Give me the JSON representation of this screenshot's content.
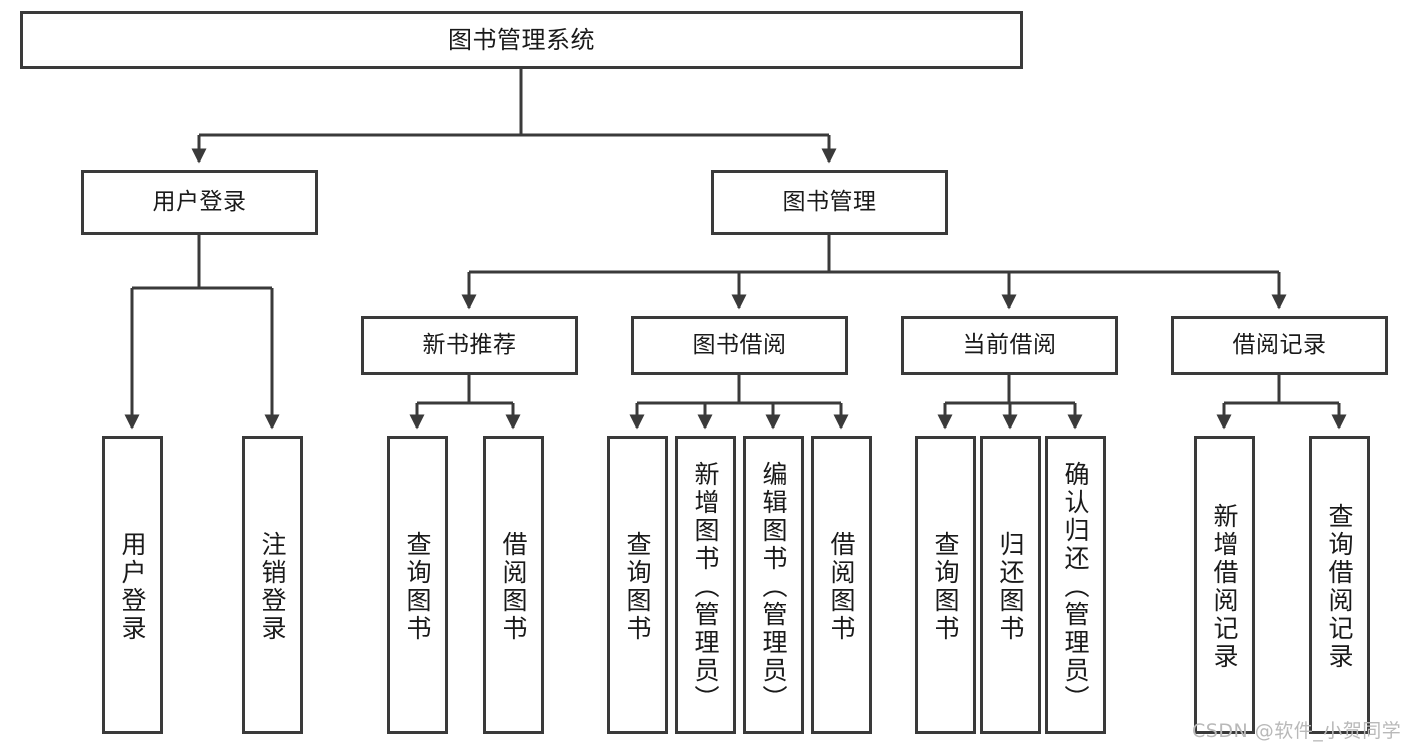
{
  "diagram": {
    "title": "图书管理系统",
    "root": {
      "id": "root",
      "label": "图书管理系统"
    },
    "level2": [
      {
        "id": "user-login",
        "label": "用户登录"
      },
      {
        "id": "book-manage",
        "label": "图书管理"
      }
    ],
    "level3": [
      {
        "id": "new-book-recommend",
        "label": "新书推荐"
      },
      {
        "id": "book-borrow",
        "label": "图书借阅"
      },
      {
        "id": "current-borrow",
        "label": "当前借阅"
      },
      {
        "id": "borrow-record",
        "label": "借阅记录"
      }
    ],
    "leaves": {
      "user_login": [
        {
          "id": "leaf-user-login",
          "label": "用户登录"
        },
        {
          "id": "leaf-logout",
          "label": "注销登录"
        }
      ],
      "new_book_recommend": [
        {
          "id": "leaf-query-book-1",
          "label": "查询图书"
        },
        {
          "id": "leaf-borrow-book-1",
          "label": "借阅图书"
        }
      ],
      "book_borrow": [
        {
          "id": "leaf-query-book-2",
          "label": "查询图书"
        },
        {
          "id": "leaf-add-book",
          "label": "新增图书（管理员）"
        },
        {
          "id": "leaf-edit-book",
          "label": "编辑图书（管理员）"
        },
        {
          "id": "leaf-borrow-book-2",
          "label": "借阅图书"
        }
      ],
      "current_borrow": [
        {
          "id": "leaf-query-book-3",
          "label": "查询图书"
        },
        {
          "id": "leaf-return-book",
          "label": "归还图书"
        },
        {
          "id": "leaf-confirm-return",
          "label": "确认归还（管理员）"
        }
      ],
      "borrow_record": [
        {
          "id": "leaf-add-record",
          "label": "新增借阅记录"
        },
        {
          "id": "leaf-query-record",
          "label": "查询借阅记录"
        }
      ]
    },
    "watermark": "CSDN @软件_小贺同学",
    "colors": {
      "stroke": "#3a3a3a",
      "fill": "#ffffff",
      "text": "#1a1a1a",
      "watermark": "#b9b9b9"
    }
  }
}
